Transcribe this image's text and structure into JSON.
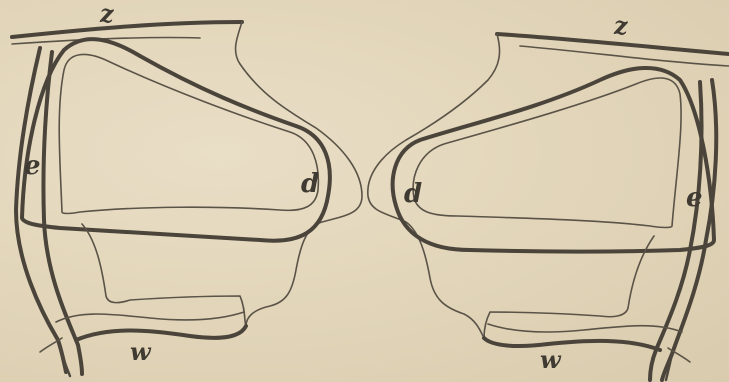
{
  "labels": {
    "left": {
      "z": "z",
      "e": "e",
      "d": "d",
      "w": "w"
    },
    "right": {
      "z": "z",
      "e": "e",
      "d": "d",
      "w": "w"
    }
  },
  "colors": {
    "paper": "#e3d7bd",
    "ink": "#4a443b"
  }
}
